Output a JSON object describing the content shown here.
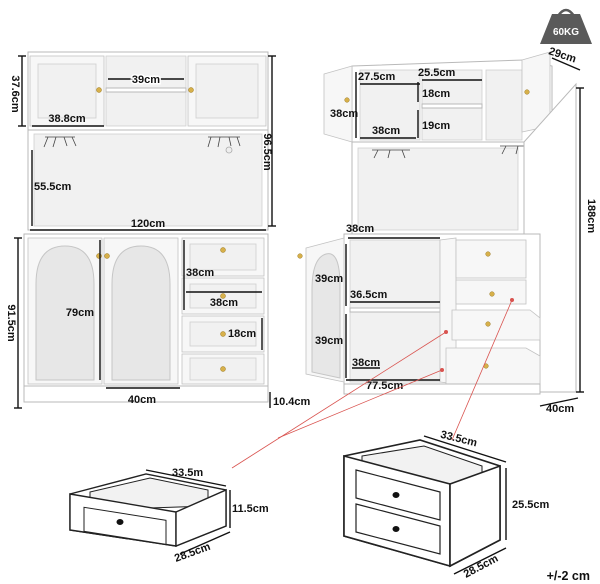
{
  "weight": {
    "label": "60KG",
    "color": "#5a5a5a"
  },
  "front": {
    "upper_height": "37.6cm",
    "upper_door_width": "38.8cm",
    "upper_open_width": "39cm",
    "total_height": "96.5cm",
    "counter_height": "55.5cm",
    "width": "120cm",
    "lower_height": "91.5cm",
    "glass_height": "79cm",
    "glass_width": "40cm",
    "drawer_height": "38cm",
    "drawer_width": "38cm",
    "small_drawer_height": "18cm",
    "base_height": "10.4cm"
  },
  "side": {
    "depth_top": "29cm",
    "shelf_left": "27.5cm",
    "shelf_right": "25.5cm",
    "upper_h": "38cm",
    "inner_w": "38cm",
    "shelf_h1": "18cm",
    "shelf_h2": "19cm",
    "total_height": "188cm",
    "lower_w": "38cm",
    "shelf_h3": "39cm",
    "inner_mid_w": "36.5cm",
    "shelf_h4": "39cm",
    "bottom_w": "38cm",
    "bottom_total": "77.5cm",
    "depth_bottom": "40cm"
  },
  "drawer_small": {
    "width": "33.5m",
    "height": "11.5cm",
    "depth": "28.5cm"
  },
  "drawer_large": {
    "width": "33.5cm",
    "height": "25.5cm",
    "depth": "28.5cm"
  },
  "tolerance": "+/-2 cm",
  "accent": "#d7b04a",
  "leader": "#d9534f"
}
